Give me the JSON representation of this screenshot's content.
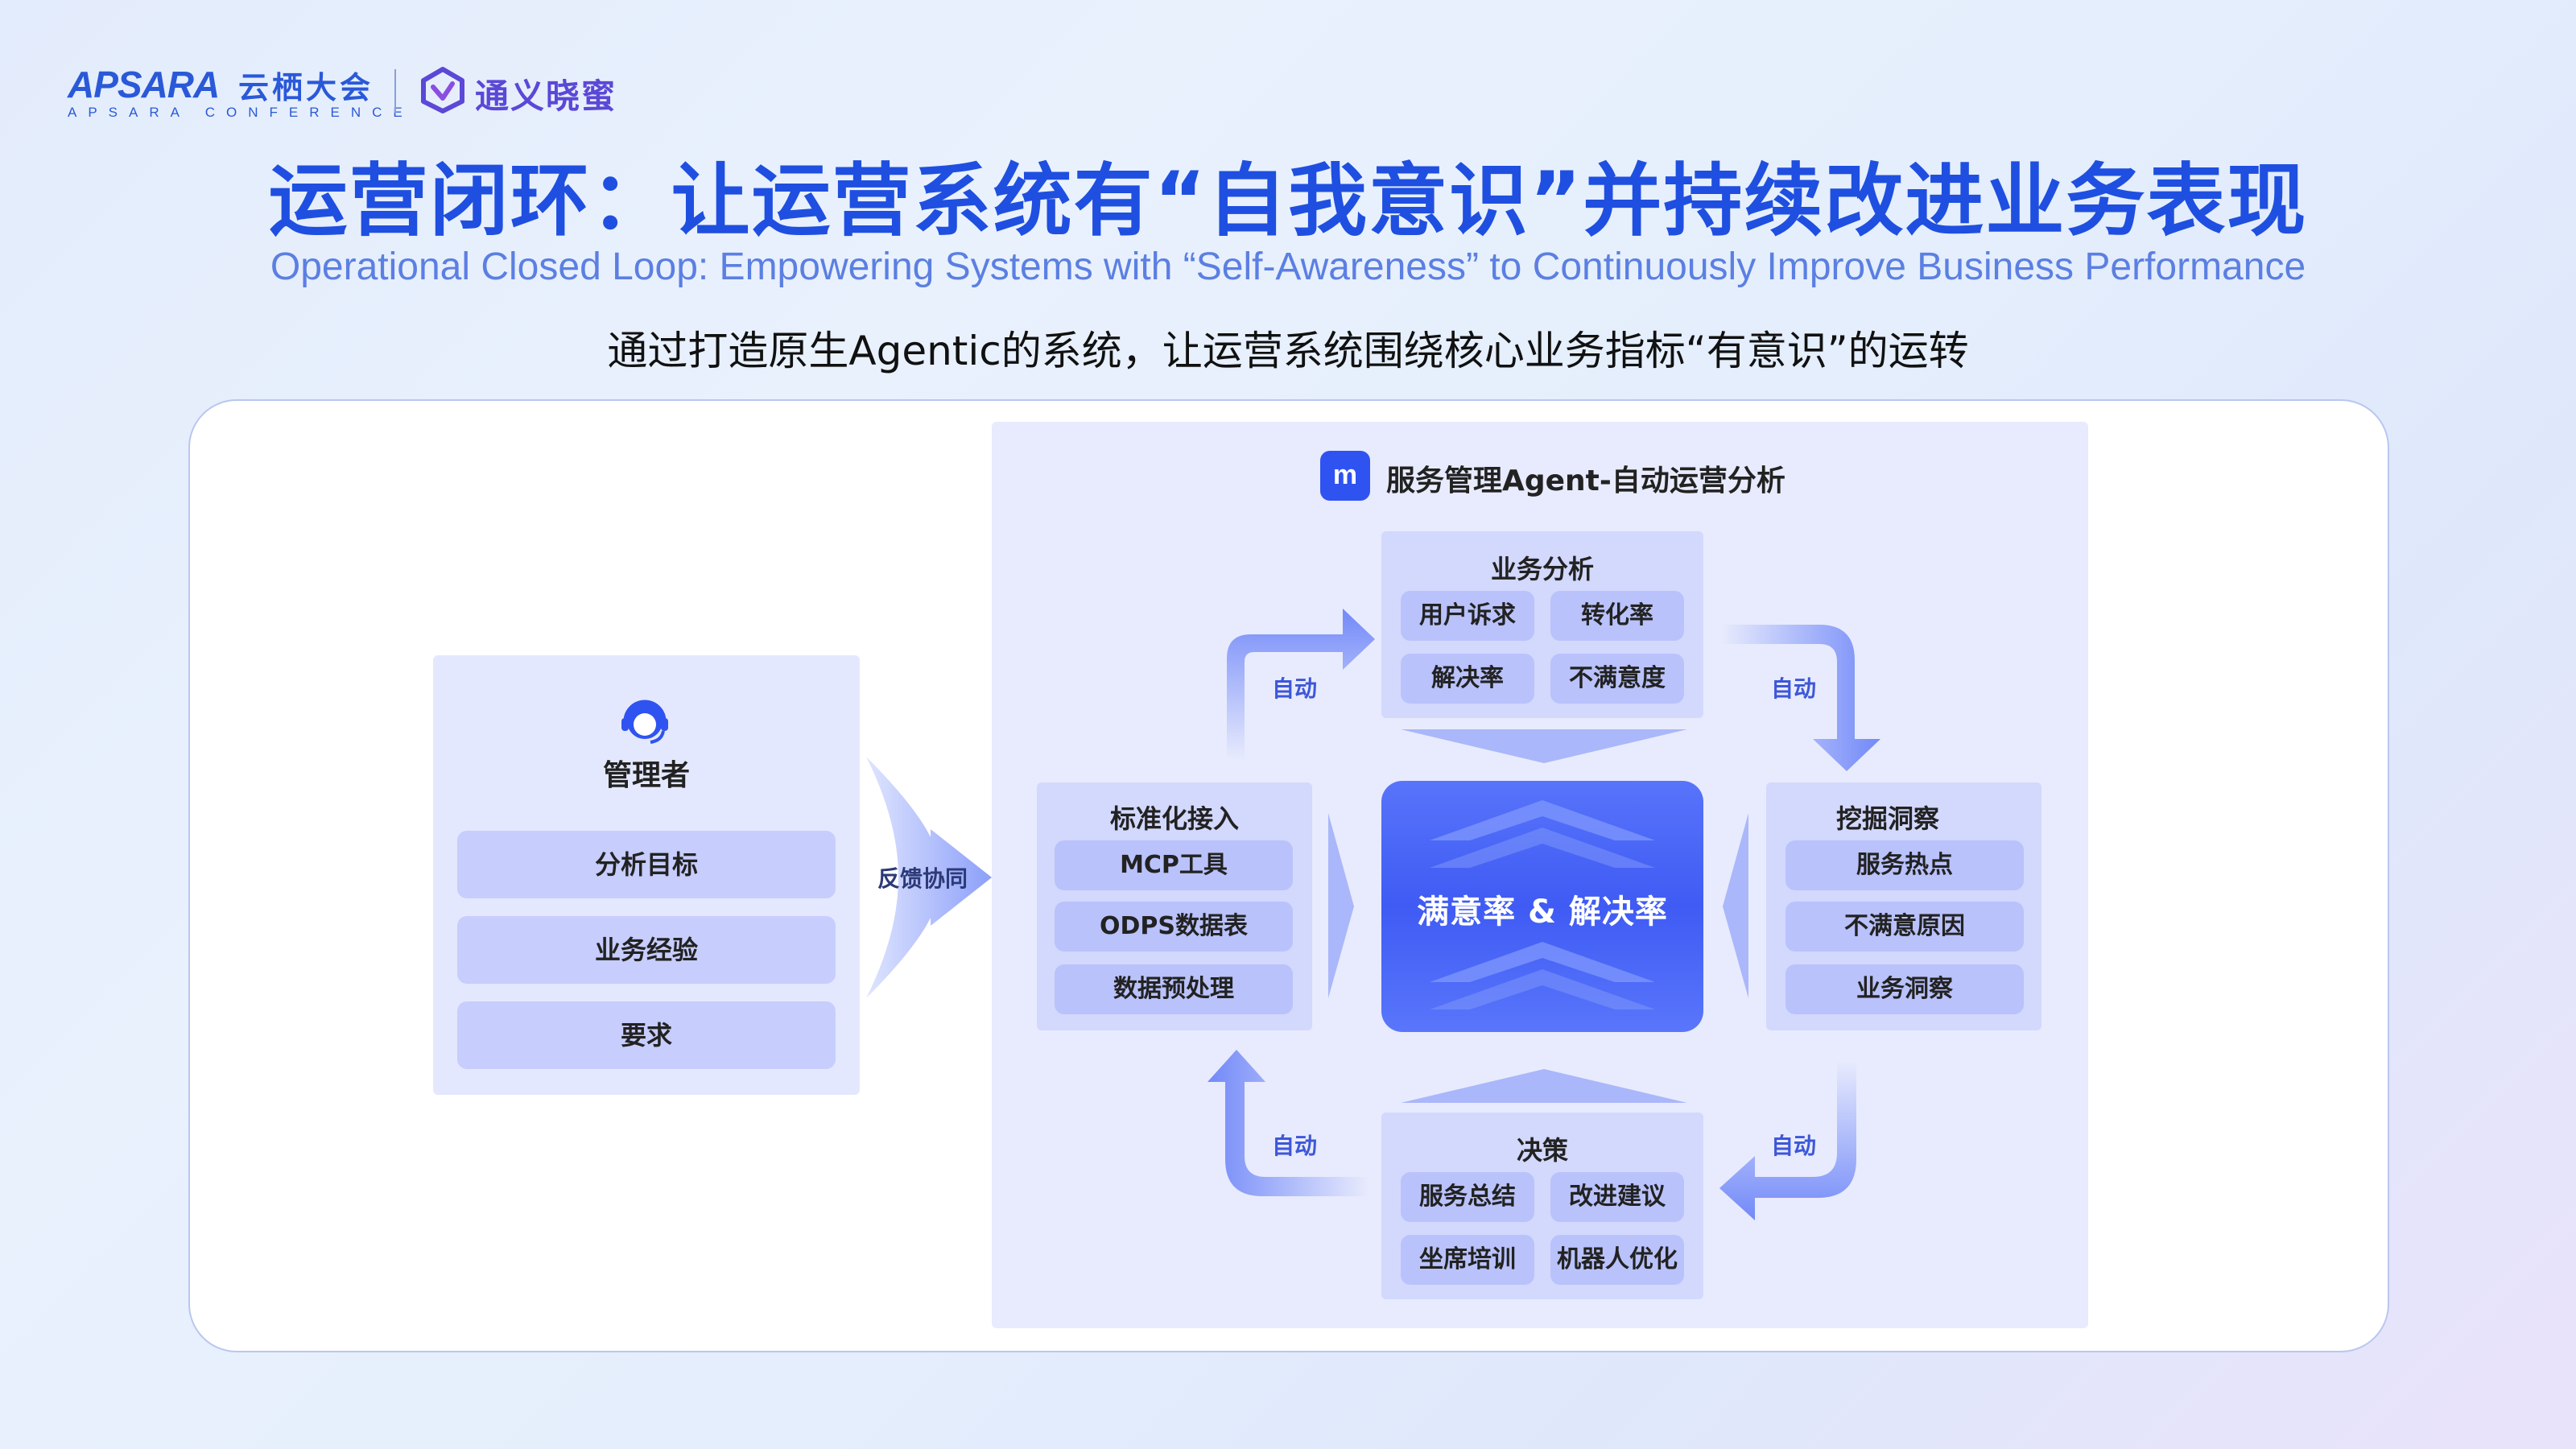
{
  "header": {
    "logo_apsara": "APSARA",
    "logo_cn": "云栖大会",
    "logo_sub": "APSARA CONFERENCE",
    "logo_tyxm": "通义晓蜜"
  },
  "title": "运营闭环：让运营系统有“自我意识”并持续改进业务表现",
  "en_title": "Operational Closed Loop: Empowering Systems with “Self-Awareness” to Continuously Improve Business Performance",
  "subtitle": "通过打造原生Agentic的系统，让运营系统围绕核心业务指标“有意识”的运转",
  "manager": {
    "title": "管理者",
    "items": [
      "分析目标",
      "业务经验",
      "要求"
    ]
  },
  "feedback_label": "反馈协同",
  "agent": {
    "logo_text": "m",
    "title": "服务管理Agent-自动运营分析",
    "center": "满意率 & 解决率",
    "auto_label": "自动",
    "analysis": {
      "title": "业务分析",
      "chips": [
        "用户诉求",
        "转化率",
        "解决率",
        "不满意度"
      ]
    },
    "access": {
      "title": "标准化接入",
      "chips": [
        "MCP工具",
        "ODPS数据表",
        "数据预处理"
      ]
    },
    "insight": {
      "title": "挖掘洞察",
      "chips": [
        "服务热点",
        "不满意原因",
        "业务洞察"
      ]
    },
    "decision": {
      "title": "决策",
      "chips": [
        "服务总结",
        "改进建议",
        "坐席培训",
        "机器人优化"
      ]
    }
  },
  "colors": {
    "title_blue": "#1f4fe0",
    "en_blue": "#5b7fe2",
    "center_blue": "#4060f6",
    "arrow_blue": "#6f86f8"
  }
}
